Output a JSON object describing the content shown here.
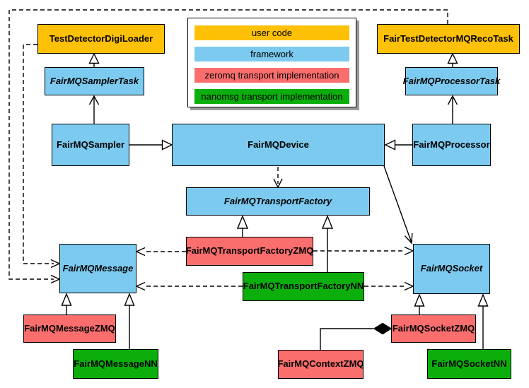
{
  "colors": {
    "user_code": "#FFC107",
    "framework": "#7CCAEF",
    "zeromq": "#FA6E6E",
    "nanomsg": "#0BAE0B",
    "box_border": "#000000",
    "connector": "#000000",
    "legend_shadow": "#9a9a9a"
  },
  "legend": {
    "items": [
      {
        "id": "user_code",
        "label": "user code"
      },
      {
        "id": "framework",
        "label": "framework"
      },
      {
        "id": "zeromq",
        "label": "zeromq transport implementation"
      },
      {
        "id": "nanomsg",
        "label": "nanomsg transport implementation"
      }
    ]
  },
  "nodes": {
    "test_detector_digi_loader": {
      "label": "TestDetectorDigiLoader",
      "category": "user code",
      "abstract": false
    },
    "fair_test_detector_mq_reco_task": {
      "label": "FairTestDetectorMQRecoTask",
      "category": "user code",
      "abstract": false
    },
    "fairmq_sampler_task": {
      "label": "FairMQSamplerTask",
      "category": "framework",
      "abstract": true
    },
    "fairmq_processor_task": {
      "label": "FairMQProcessorTask",
      "category": "framework",
      "abstract": true
    },
    "fairmq_sampler": {
      "label": "FairMQSampler",
      "category": "framework",
      "abstract": false
    },
    "fairmq_device": {
      "label": "FairMQDevice",
      "category": "framework",
      "abstract": false
    },
    "fairmq_processor": {
      "label": "FairMQProcessor",
      "category": "framework",
      "abstract": false
    },
    "fairmq_transport_factory": {
      "label": "FairMQTransportFactory",
      "category": "framework",
      "abstract": true
    },
    "fairmq_transport_factory_zmq": {
      "label": "FairMQTransportFactoryZMQ",
      "category": "zeromq",
      "abstract": false
    },
    "fairmq_transport_factory_nn": {
      "label": "FairMQTransportFactoryNN",
      "category": "nanomsg",
      "abstract": false
    },
    "fairmq_message": {
      "label": "FairMQMessage",
      "category": "framework",
      "abstract": true
    },
    "fairmq_socket": {
      "label": "FairMQSocket",
      "category": "framework",
      "abstract": true
    },
    "fairmq_message_zmq": {
      "label": "FairMQMessageZMQ",
      "category": "zeromq",
      "abstract": false
    },
    "fairmq_message_nn": {
      "label": "FairMQMessageNN",
      "category": "nanomsg",
      "abstract": false
    },
    "fairmq_socket_zmq": {
      "label": "FairMQSocketZMQ",
      "category": "zeromq",
      "abstract": false
    },
    "fairmq_socket_nn": {
      "label": "FairMQSocketNN",
      "category": "nanomsg",
      "abstract": false
    },
    "fairmq_context_zmq": {
      "label": "FairMQContextZMQ",
      "category": "zeromq",
      "abstract": false
    }
  },
  "relations": [
    {
      "from": "FairMQSampler",
      "to": "FairMQDevice",
      "type": "inheritance"
    },
    {
      "from": "FairMQProcessor",
      "to": "FairMQDevice",
      "type": "inheritance"
    },
    {
      "from": "FairMQSamplerTask",
      "to": "TestDetectorDigiLoader",
      "type": "inheritance"
    },
    {
      "from": "FairMQProcessorTask",
      "to": "FairTestDetectorMQRecoTask",
      "type": "inheritance"
    },
    {
      "from": "FairMQTransportFactoryZMQ",
      "to": "FairMQTransportFactory",
      "type": "inheritance"
    },
    {
      "from": "FairMQTransportFactoryNN",
      "to": "FairMQTransportFactory",
      "type": "inheritance"
    },
    {
      "from": "FairMQMessageZMQ",
      "to": "FairMQMessage",
      "type": "inheritance"
    },
    {
      "from": "FairMQMessageNN",
      "to": "FairMQMessage",
      "type": "inheritance"
    },
    {
      "from": "FairMQSocketZMQ",
      "to": "FairMQSocket",
      "type": "inheritance"
    },
    {
      "from": "FairMQSocketNN",
      "to": "FairMQSocket",
      "type": "inheritance"
    },
    {
      "from": "FairMQSampler",
      "to": "FairMQSamplerTask",
      "type": "association"
    },
    {
      "from": "FairMQProcessor",
      "to": "FairMQProcessorTask",
      "type": "association"
    },
    {
      "from": "FairMQDevice",
      "to": "FairMQTransportFactory",
      "type": "dashed-dependency"
    },
    {
      "from": "FairMQDevice",
      "to": "FairMQSocket",
      "type": "association"
    },
    {
      "from": "TestDetectorDigiLoader",
      "to": "FairMQMessage",
      "type": "dashed-dependency"
    },
    {
      "from": "FairTestDetectorMQRecoTask",
      "to": "FairMQMessage",
      "type": "dashed-dependency"
    },
    {
      "from": "FairMQTransportFactoryZMQ",
      "to": "FairMQMessage",
      "type": "dashed-dependency"
    },
    {
      "from": "FairMQTransportFactoryZMQ",
      "to": "FairMQSocket",
      "type": "dashed-dependency"
    },
    {
      "from": "FairMQTransportFactoryNN",
      "to": "FairMQMessage",
      "type": "dashed-dependency"
    },
    {
      "from": "FairMQTransportFactoryNN",
      "to": "FairMQSocket",
      "type": "dashed-dependency"
    },
    {
      "from": "FairMQContextZMQ",
      "to": "FairMQSocketZMQ",
      "type": "composition"
    }
  ]
}
